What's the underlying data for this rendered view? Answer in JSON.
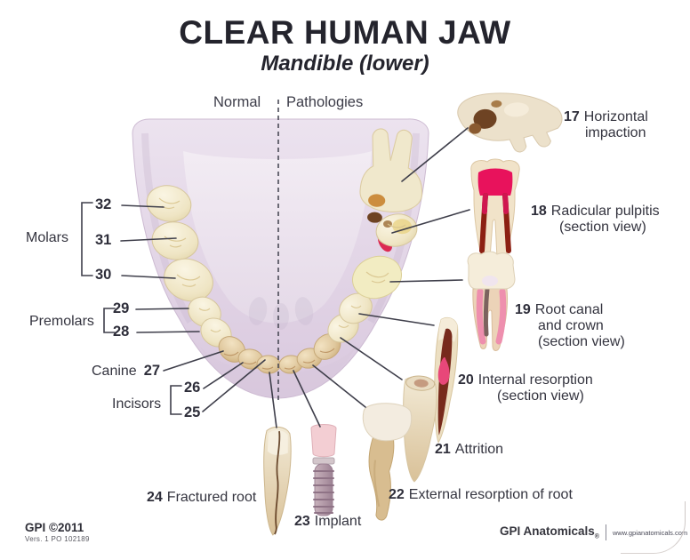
{
  "title": "CLEAR HUMAN JAW",
  "subtitle": "Mandible (lower)",
  "columns": {
    "normal": "Normal",
    "pathologies": "Pathologies"
  },
  "normal_side": {
    "molars": {
      "label": "Molars",
      "teeth": [
        "32",
        "31",
        "30"
      ]
    },
    "premolars": {
      "label": "Premolars",
      "teeth": [
        "29",
        "28"
      ]
    },
    "canine": {
      "label": "Canine",
      "tooth": "27"
    },
    "incisors": {
      "label": "Incisors",
      "teeth": [
        "26",
        "25"
      ]
    }
  },
  "pathologies": [
    {
      "num": "17",
      "line1": "Horizontal",
      "line2": "impaction"
    },
    {
      "num": "18",
      "line1": "Radicular pulpitis",
      "line2": "(section view)"
    },
    {
      "num": "19",
      "line1": "Root canal",
      "line2": "and crown",
      "line3": "(section view)"
    },
    {
      "num": "20",
      "line1": "Internal resorption",
      "line2": "(section view)"
    },
    {
      "num": "21",
      "line1": "Attrition"
    },
    {
      "num": "22",
      "line1": "External resorption of root"
    },
    {
      "num": "23",
      "line1": "Implant"
    },
    {
      "num": "24",
      "line1": "Fractured root"
    }
  ],
  "footer": {
    "copyright": "GPI ©2011",
    "version": "Vers. 1  PO 102189",
    "brand": "GPI Anatomicals",
    "registered": "®",
    "website": "www.gpianatomicals.com"
  },
  "colors": {
    "text": "#34343f",
    "jaw_acrylic": "#e4d7e7",
    "tooth_cream": "#f1e9cf",
    "tooth_tan": "#dec49a",
    "pulp_pink": "#e8125c",
    "lesion_red": "#dc2a52",
    "decay_brown": "#6e4323"
  }
}
